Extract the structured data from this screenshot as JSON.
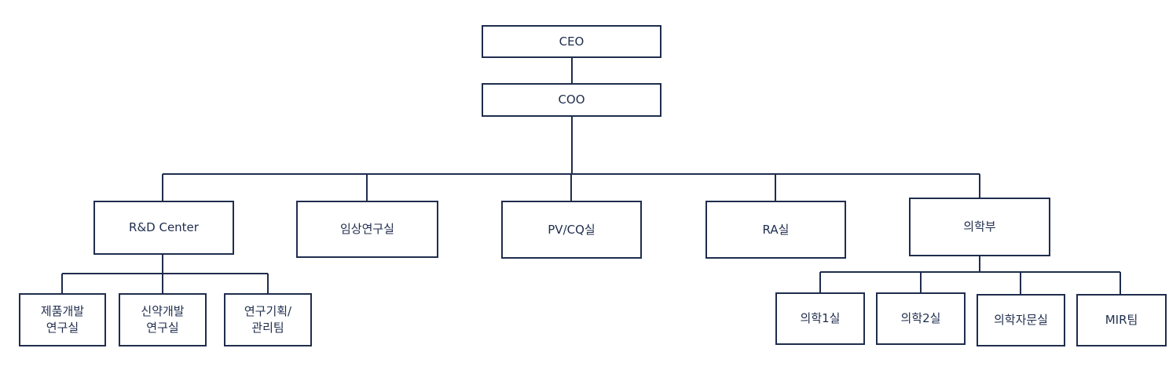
{
  "colors": {
    "line": "#1f2d4d",
    "text": "#1f2d4d",
    "box_fill": "#ffffff"
  },
  "nodes": {
    "ceo": "CEO",
    "coo": "COO",
    "rnd_center": "R&D Center",
    "clinical_research": "임상연구실",
    "pv_cq": "PV/CQ실",
    "ra": "RA실",
    "medical_dept": "의학부",
    "product_dev": "제품개발\n연구실",
    "new_drug_dev": "신약개발\n연구실",
    "research_planning": "연구기획/\n관리팀",
    "medical_1": "의학1실",
    "medical_2": "의학2실",
    "medical_advisory": "의학자문실",
    "mir_team": "MIR팀"
  }
}
